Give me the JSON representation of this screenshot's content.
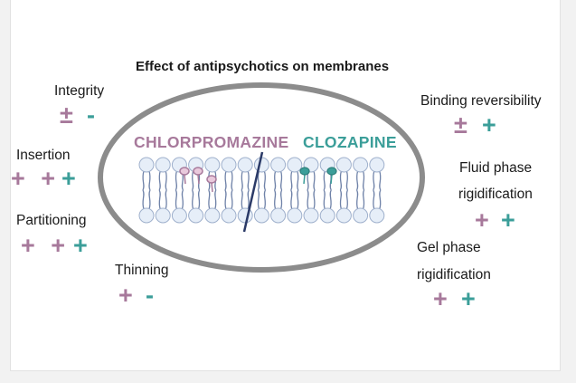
{
  "title": "Effect of antipsychotics on membranes",
  "drugs": {
    "chlorpromazine": {
      "name": "CHLORPROMAZINE",
      "color": "#a7799b"
    },
    "clozapine": {
      "name": "CLOZAPINE",
      "color": "#3b9e99"
    }
  },
  "effects": [
    {
      "label": "Integrity",
      "chlorpromazine": "±",
      "clozapine": "-"
    },
    {
      "label": "Insertion",
      "chlorpromazine": "+ +",
      "clozapine": "+"
    },
    {
      "label": "Partitioning",
      "chlorpromazine": "+ +",
      "clozapine": "+"
    },
    {
      "label": "Thinning",
      "chlorpromazine": "+",
      "clozapine": "-"
    },
    {
      "label": "Binding reversibility",
      "chlorpromazine": "±",
      "clozapine": "+"
    },
    {
      "label_line1": "Fluid phase",
      "label_line2": "rigidification",
      "chlorpromazine": "+",
      "clozapine": "+"
    },
    {
      "label_line1": "Gel phase",
      "label_line2": "rigidification",
      "chlorpromazine": "+",
      "clozapine": "+"
    }
  ],
  "colors": {
    "ellipse_border": "#8c8c8c",
    "lipid_head_fill": "#e6eef8",
    "lipid_head_stroke": "#9fb0cc",
    "lipid_tail": "#6f82a8",
    "divider": "#2b3a67"
  }
}
